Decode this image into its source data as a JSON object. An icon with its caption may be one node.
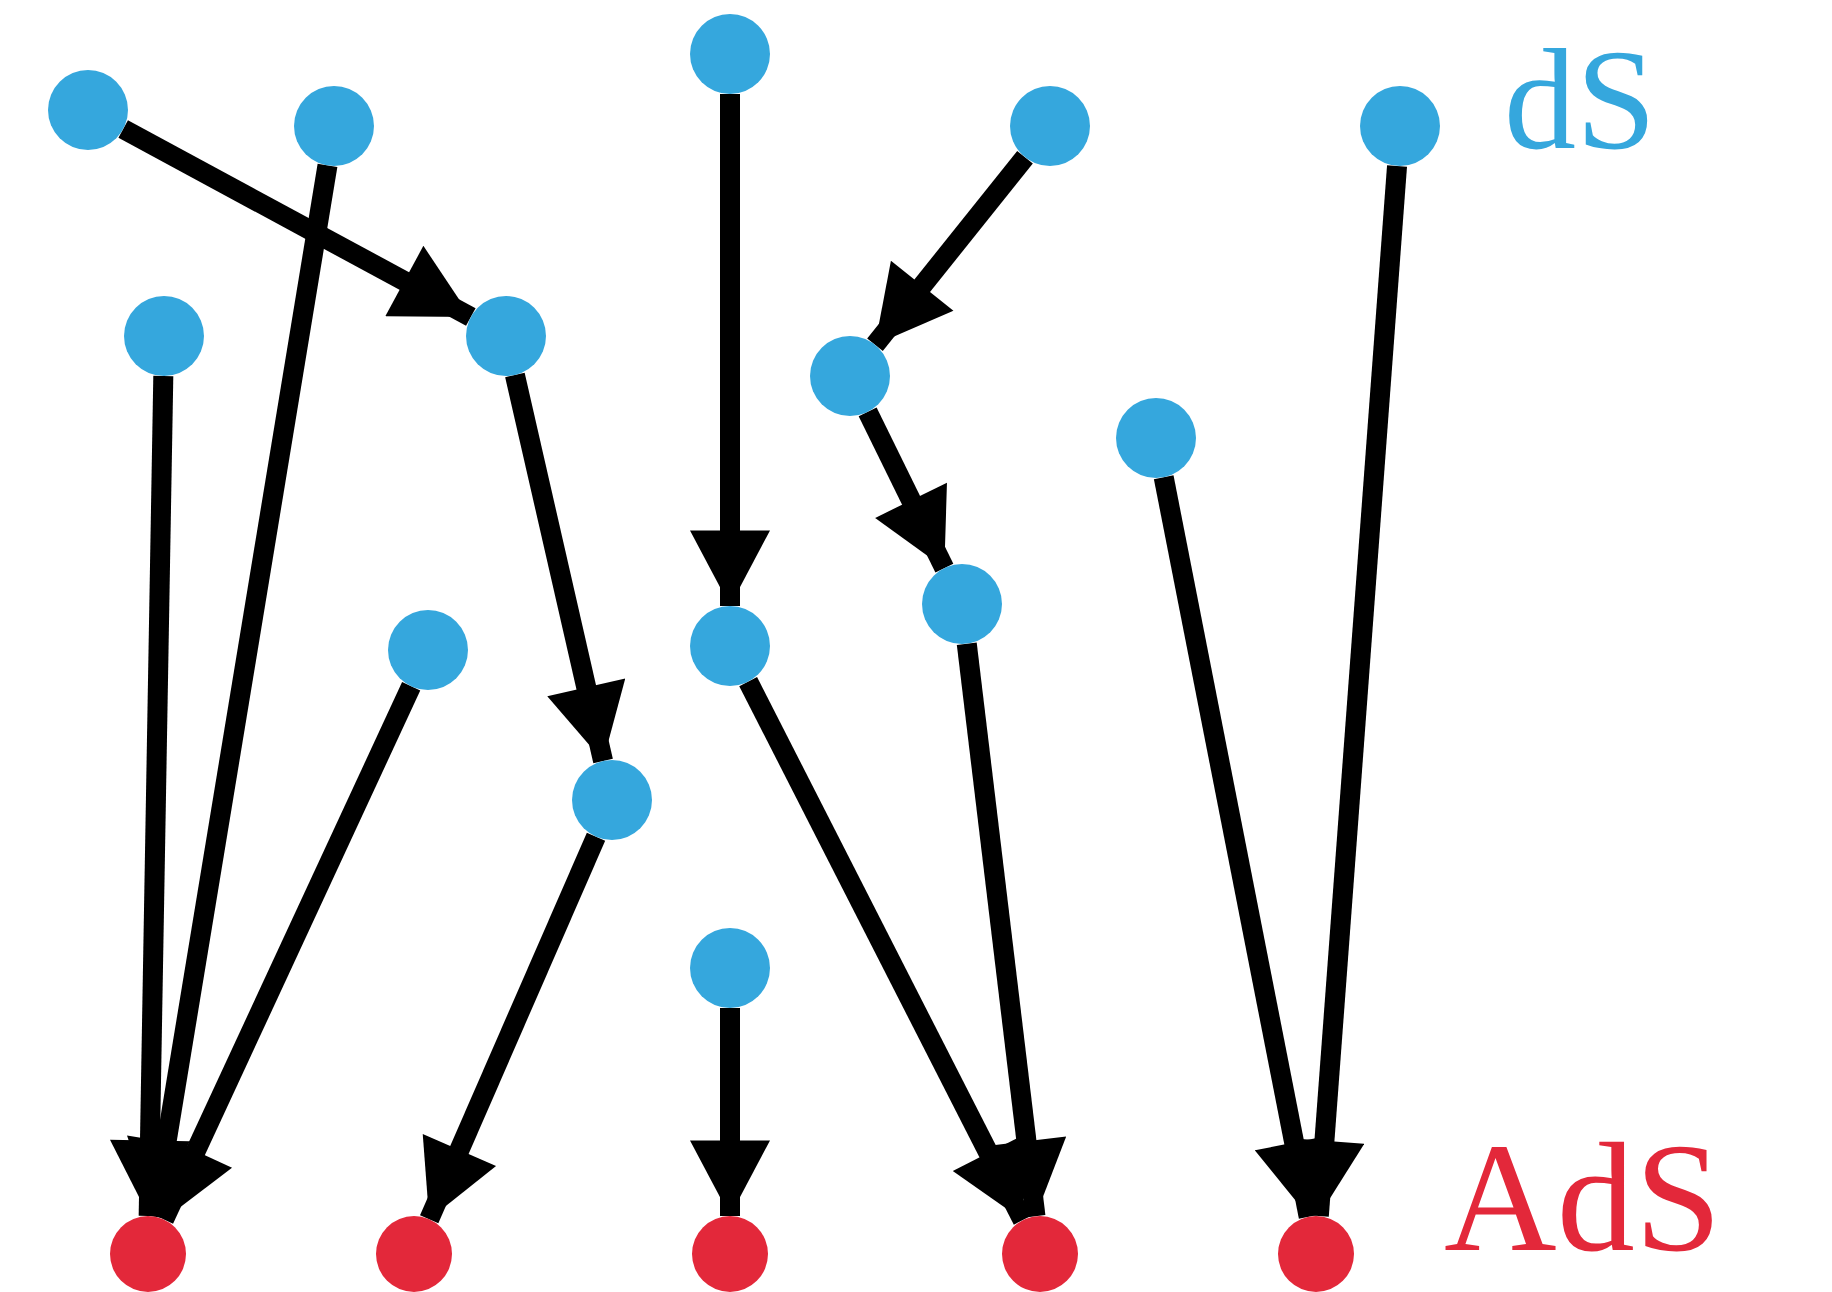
{
  "diagram": {
    "nodes": [
      {
        "text": [],
        "shape": "circle"
      },
      {
        "text": [],
        "shape": "circle"
      },
      {
        "text": [],
        "shape": "circle"
      },
      {
        "text": [],
        "shape": "circle"
      },
      {
        "text": [],
        "shape": "circle"
      },
      {
        "text": [],
        "shape": "circle"
      },
      {
        "text": [],
        "shape": "circle"
      },
      {
        "text": [],
        "shape": "circle"
      },
      {
        "text": [],
        "shape": "circle"
      },
      {
        "text": [],
        "shape": "circle"
      },
      {
        "text": [],
        "shape": "circle"
      },
      {
        "text": [],
        "shape": "circle"
      },
      {
        "text": [],
        "shape": "circle"
      },
      {
        "text": [],
        "shape": "circle"
      },
      {
        "text": [],
        "shape": "circle"
      },
      {
        "text": [],
        "shape": "circle"
      },
      {
        "text": [],
        "shape": "circle"
      },
      {
        "text": [],
        "shape": "circle"
      },
      {
        "text": [],
        "shape": "circle"
      }
    ],
    "edges": [
      {
        "from": 0,
        "to": 6,
        "arrow": "to"
      },
      {
        "from": 1,
        "to": 14,
        "arrow": "to"
      },
      {
        "from": 2,
        "to": 10,
        "arrow": "to"
      },
      {
        "from": 3,
        "to": 7,
        "arrow": "to"
      },
      {
        "from": 4,
        "to": 18,
        "arrow": "to"
      },
      {
        "from": 5,
        "to": 14,
        "arrow": "to"
      },
      {
        "from": 6,
        "to": 12,
        "arrow": "to"
      },
      {
        "from": 7,
        "to": 11,
        "arrow": "to"
      },
      {
        "from": 8,
        "to": 18,
        "arrow": "to"
      },
      {
        "from": 9,
        "to": 14,
        "arrow": "to"
      },
      {
        "from": 10,
        "to": 17,
        "arrow": "to"
      },
      {
        "from": 11,
        "to": 17,
        "arrow": "to"
      },
      {
        "from": 12,
        "to": 15,
        "arrow": "to"
      },
      {
        "from": 13,
        "to": 16,
        "arrow": "to"
      }
    ],
    "labels": [
      "dS",
      "AdS"
    ]
  }
}
